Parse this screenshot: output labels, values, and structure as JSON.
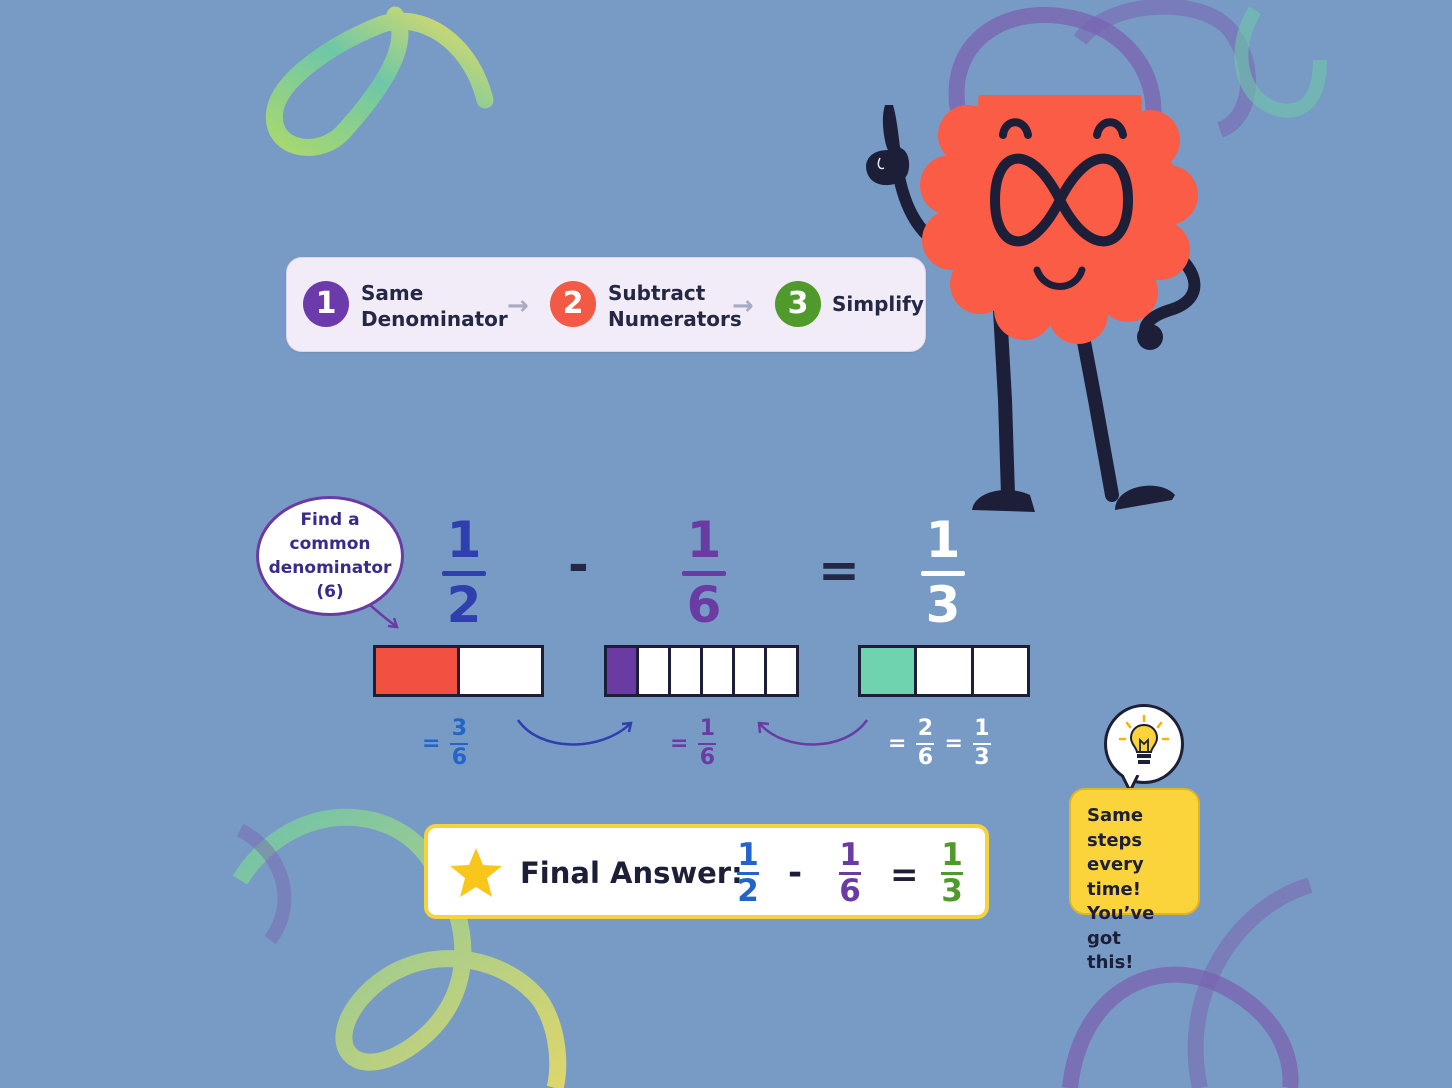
{
  "steps": [
    {
      "number": "1",
      "label_line1": "Same",
      "label_line2": "Denominator",
      "color": "#6c3aaa"
    },
    {
      "number": "2",
      "label_line1": "Subtract",
      "label_line2": "Numerators",
      "color": "#f25a45"
    },
    {
      "number": "3",
      "label_line1": "Simplify",
      "label_line2": "",
      "color": "#4f9a2a"
    }
  ],
  "arrow_glyph": "→",
  "bubble": {
    "line1": "Find a common",
    "line2": "denominator",
    "line3": "(6)"
  },
  "equation": {
    "left": {
      "num": "1",
      "den": "2",
      "color": "#2f3fae"
    },
    "minus": "-",
    "middle": {
      "num": "1",
      "den": "6",
      "color": "#6a3ca3"
    },
    "equals": "=",
    "right": {
      "num": "1",
      "den": "3",
      "color": "#ffffff"
    }
  },
  "fraction_bars": [
    {
      "segments": 2,
      "filled": 1,
      "fill_color": "#f25040"
    },
    {
      "segments": 6,
      "filled": 1,
      "fill_color": "#6a3ca3"
    },
    {
      "segments": 3,
      "filled": 1,
      "fill_color": "#6fd3b0"
    }
  ],
  "small_eq": {
    "eq1": {
      "eq": "=",
      "num": "3",
      "den": "6",
      "color": "#2364c8"
    },
    "eq2": {
      "eq": "=",
      "num": "1",
      "den": "6",
      "color": "#6a3ca3"
    },
    "eq3": {
      "eq": "=",
      "num1": "2",
      "den1": "6",
      "eq2": "=",
      "num2": "1",
      "den2": "3",
      "color": "#ffffff"
    }
  },
  "final": {
    "label": "Final Answer:",
    "f1": {
      "num": "1",
      "den": "2",
      "color": "#2364c8"
    },
    "minus": "-",
    "f2": {
      "num": "1",
      "den": "6",
      "color": "#6a3ca3"
    },
    "equals": "=",
    "f3": {
      "num": "1",
      "den": "3",
      "color": "#4f9a2a"
    }
  },
  "tip": {
    "line1": "Same steps",
    "line2": "every time!",
    "line3": "You’ve got",
    "line4": "this!"
  },
  "icons": [
    "star-icon",
    "lightbulb-icon",
    "arrow-right-icon",
    "curved-arrow-icon"
  ],
  "colors": {
    "background": "#789bc6",
    "mascot": "#fa5c46",
    "ink": "#1d1f38",
    "accent_yellow": "#f5d33f"
  }
}
